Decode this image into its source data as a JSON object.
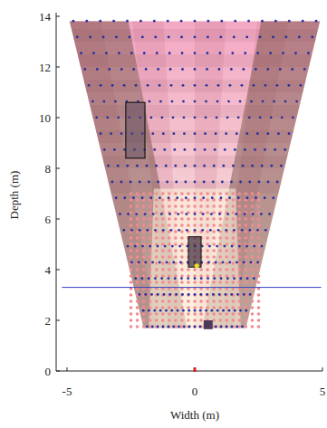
{
  "diagram": {
    "labels": [
      "14",
      "12",
      "10",
      "8",
      "6",
      "4",
      "2",
      "0",
      "-5",
      "0",
      "5",
      "Width (m)",
      "Depth (m)"
    ]
  }
}
